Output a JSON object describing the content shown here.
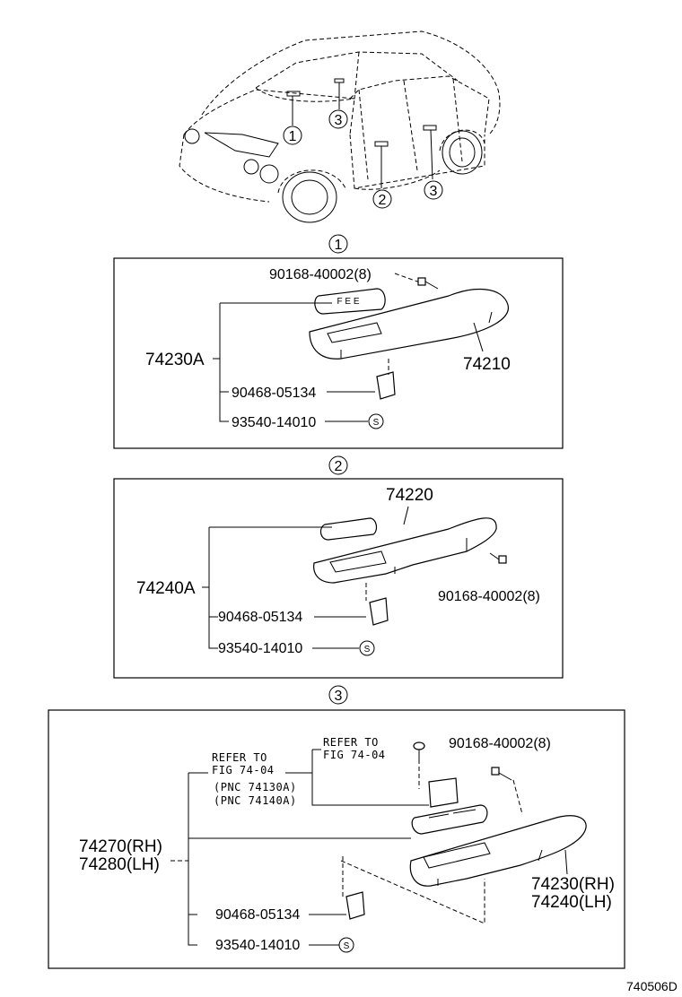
{
  "callouts": {
    "c1": "1",
    "c2": "2",
    "c3": "3",
    "screw": "S"
  },
  "section1": {
    "screw_part": "90168-40002(8)",
    "assembly": "74230A",
    "armrest": "74210",
    "clip": "90468-05134",
    "screw": "93540-14010"
  },
  "section2": {
    "armrest": "74220",
    "assembly": "74240A",
    "screw_part": "90168-40002(8)",
    "clip": "90468-05134",
    "screw": "93540-14010"
  },
  "section3": {
    "refer1_line1": "REFER TO",
    "refer1_line2": "FIG 74-04",
    "pnc1": "(PNC 74130A)",
    "pnc2": "(PNC 74140A)",
    "refer2_line1": "REFER TO",
    "refer2_line2": "FIG 74-04",
    "screw_part": "90168-40002(8)",
    "assembly_rh": "74270(RH)",
    "assembly_lh": "74280(LH)",
    "armrest_rh": "74230(RH)",
    "armrest_lh": "74240(LH)",
    "clip": "90468-05134",
    "screw": "93540-14010"
  },
  "footer": {
    "code": "740506D"
  }
}
